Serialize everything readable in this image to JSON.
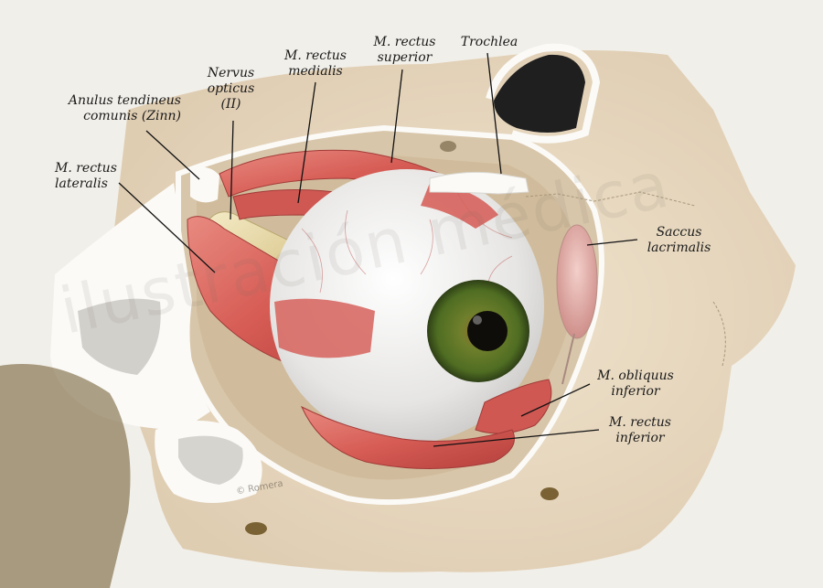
{
  "labels": {
    "anulus": [
      "Anulus tendineus",
      "comunis (Zinn)"
    ],
    "nervus": [
      "Nervus",
      "opticus",
      "(II)"
    ],
    "rectus_medialis": [
      "M. rectus",
      "medialis"
    ],
    "rectus_superior": [
      "M. rectus",
      "superior"
    ],
    "trochlea": [
      "Trochlea"
    ],
    "rectus_lateralis": [
      "M. rectus",
      "lateralis"
    ],
    "saccus": [
      "Saccus",
      "lacrimalis"
    ],
    "obliquus_inferior": [
      "M. obliquus",
      "inferior"
    ],
    "rectus_inferior": [
      "M. rectus",
      "inferior"
    ]
  },
  "watermark": "ilustración médica",
  "credit": "© Romera",
  "colors": {
    "background": "#f1efe9",
    "bone": "#eadcc6",
    "bone_white": "#fbfaf7",
    "muscle": "#d9655e",
    "muscle_dark": "#b7403d",
    "iris": "#5a7a28",
    "sclera": "#ecebea",
    "nerve": "#e9dcaa",
    "sac": "#e7b2ad",
    "leader_line": "#111111"
  }
}
